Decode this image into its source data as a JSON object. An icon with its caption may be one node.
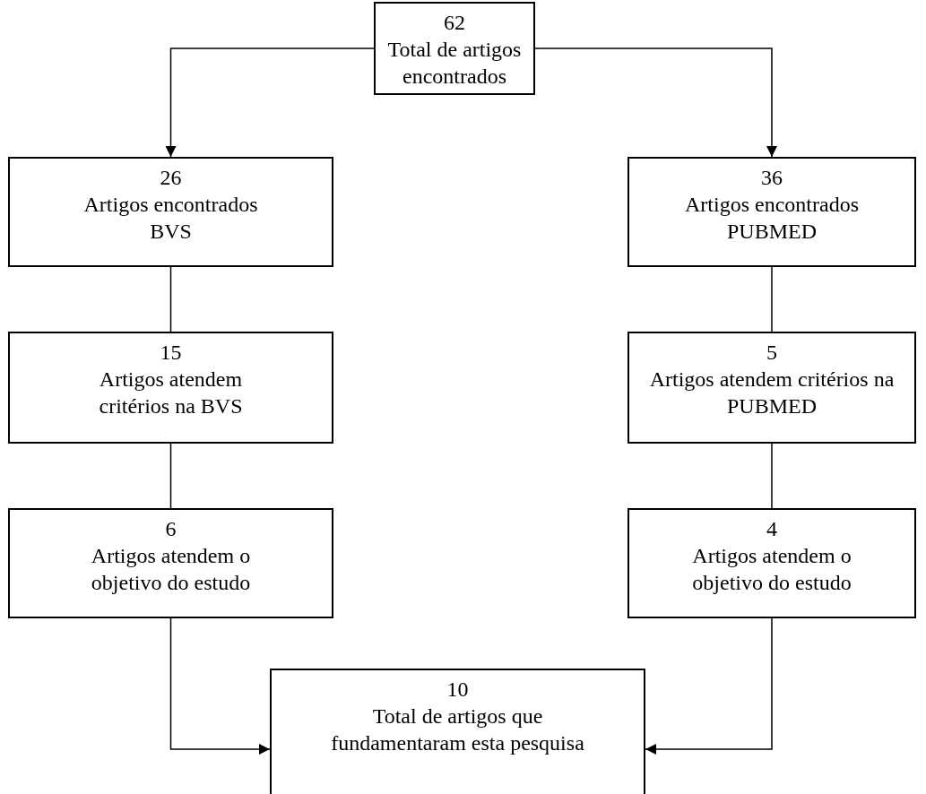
{
  "diagram": {
    "nodes": [
      {
        "text": [
          "62",
          "Total de artigos encontrados"
        ]
      },
      {
        "text": [
          "26",
          "Artigos encontrados BVS"
        ]
      },
      {
        "text": [
          "36",
          "Artigos encontrados PUBMED"
        ]
      },
      {
        "text": [
          "15",
          "Artigos atendem critérios na BVS"
        ]
      },
      {
        "text": [
          "5",
          "Artigos atendem critérios na PUBMED"
        ]
      },
      {
        "text": [
          "6",
          "Artigos atendem o objetivo do estudo"
        ]
      },
      {
        "text": [
          "4",
          "Artigos atendem o objetivo do estudo"
        ]
      },
      {
        "text": [
          "10",
          "Total de artigos que fundamentaram esta pesquisa"
        ]
      }
    ],
    "edges": [
      {
        "from": 0,
        "to": 1,
        "arrow": "to"
      },
      {
        "from": 0,
        "to": 2,
        "arrow": "to"
      },
      {
        "from": 1,
        "to": 3,
        "arrow": "none"
      },
      {
        "from": 2,
        "to": 4,
        "arrow": "none"
      },
      {
        "from": 3,
        "to": 5,
        "arrow": "none"
      },
      {
        "from": 4,
        "to": 6,
        "arrow": "none"
      },
      {
        "from": 5,
        "to": 7,
        "arrow": "to"
      },
      {
        "from": 6,
        "to": 7,
        "arrow": "to"
      }
    ]
  }
}
